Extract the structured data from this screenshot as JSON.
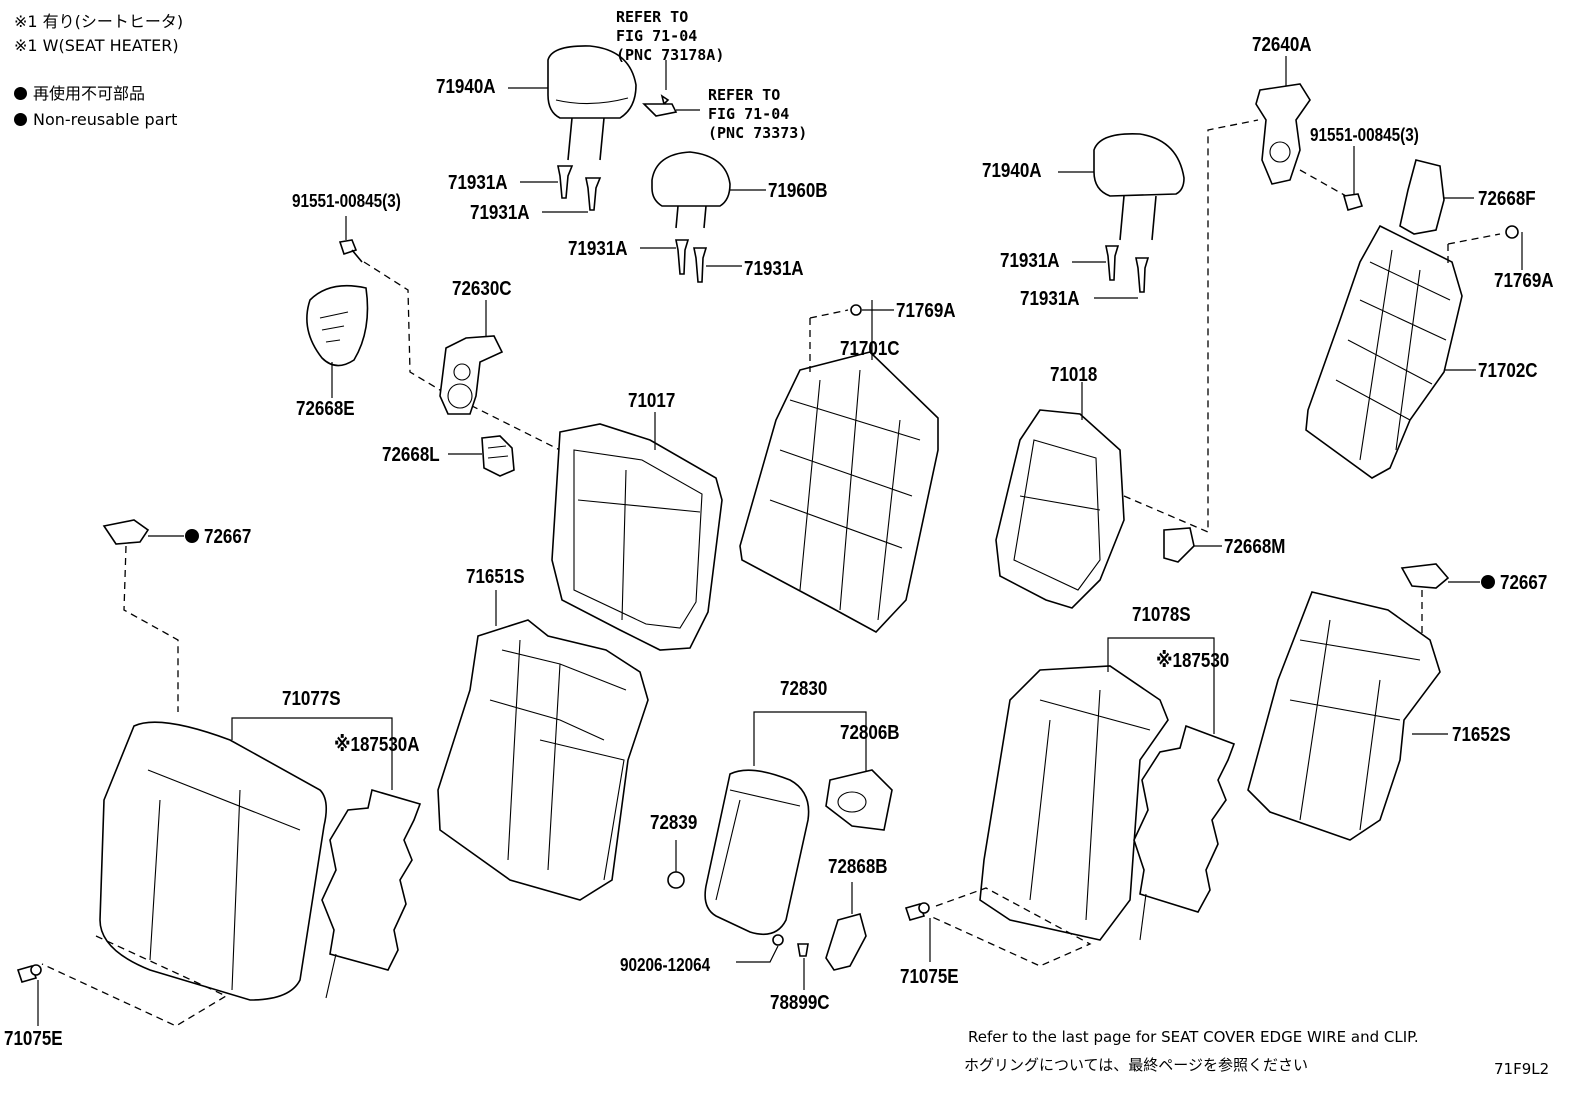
{
  "legend": {
    "note1_jp": "※1 有り(シートヒータ)",
    "note1_en": "※1 W(SEAT HEATER)",
    "nonreusable_jp": "再使用不可部品",
    "nonreusable_en": "Non-reusable part"
  },
  "refers": {
    "ref1": [
      "REFER TO",
      "FIG 71-04",
      "(PNC 73178A)"
    ],
    "ref2": [
      "REFER TO",
      "FIG 71-04",
      "(PNC 73373)"
    ]
  },
  "labels": {
    "l71940A_left": "71940A",
    "l71931A_1": "71931A",
    "l71931A_2": "71931A",
    "l71960B": "71960B",
    "l71931A_3": "71931A",
    "l71931A_4": "71931A",
    "l91551_left": "91551-00845(3)",
    "l72630C": "72630C",
    "l72668E": "72668E",
    "l72668L": "72668L",
    "l71017": "71017",
    "l71769A_mid": "71769A",
    "l71701C": "71701C",
    "l72667_left": "72667",
    "l71651S": "71651S",
    "l71077S": "71077S",
    "l187530A": "※187530A",
    "l71075E_left": "71075E",
    "l72830": "72830",
    "l72806B": "72806B",
    "l72839": "72839",
    "l72868B": "72868B",
    "l90206": "90206-12064",
    "l78899C": "78899C",
    "l71940A_right": "71940A",
    "l71931A_5": "71931A",
    "l71931A_6": "71931A",
    "l71018": "71018",
    "l72668M": "72668M",
    "l72640A": "72640A",
    "l91551_right": "91551-00845(3)",
    "l72668F": "72668F",
    "l71769A_right": "71769A",
    "l71702C": "71702C",
    "l72667_right": "72667",
    "l71078S": "71078S",
    "l187530": "※187530",
    "l71652S": "71652S",
    "l71075E_mid": "71075E"
  },
  "footer": {
    "note_en": "Refer to the last page for SEAT COVER EDGE WIRE and CLIP.",
    "note_jp": "ホグリングについては、最終ページを参照ください",
    "code": "71F9L2"
  }
}
